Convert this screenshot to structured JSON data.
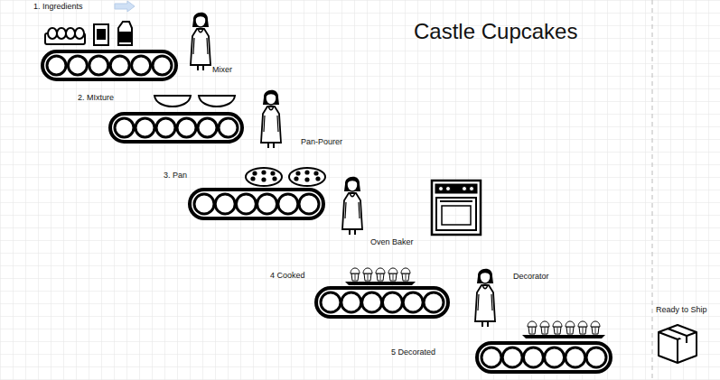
{
  "diagram": {
    "title": "Castle Cupcakes",
    "labels": [
      "1. Ingredients",
      "Mixer",
      "2. MIxture",
      "Pan-Pourer",
      "3. Pan",
      "Oven Baker",
      "4 Cooked",
      "Decorator",
      "5 Decorated",
      "Ready to Ship"
    ]
  }
}
